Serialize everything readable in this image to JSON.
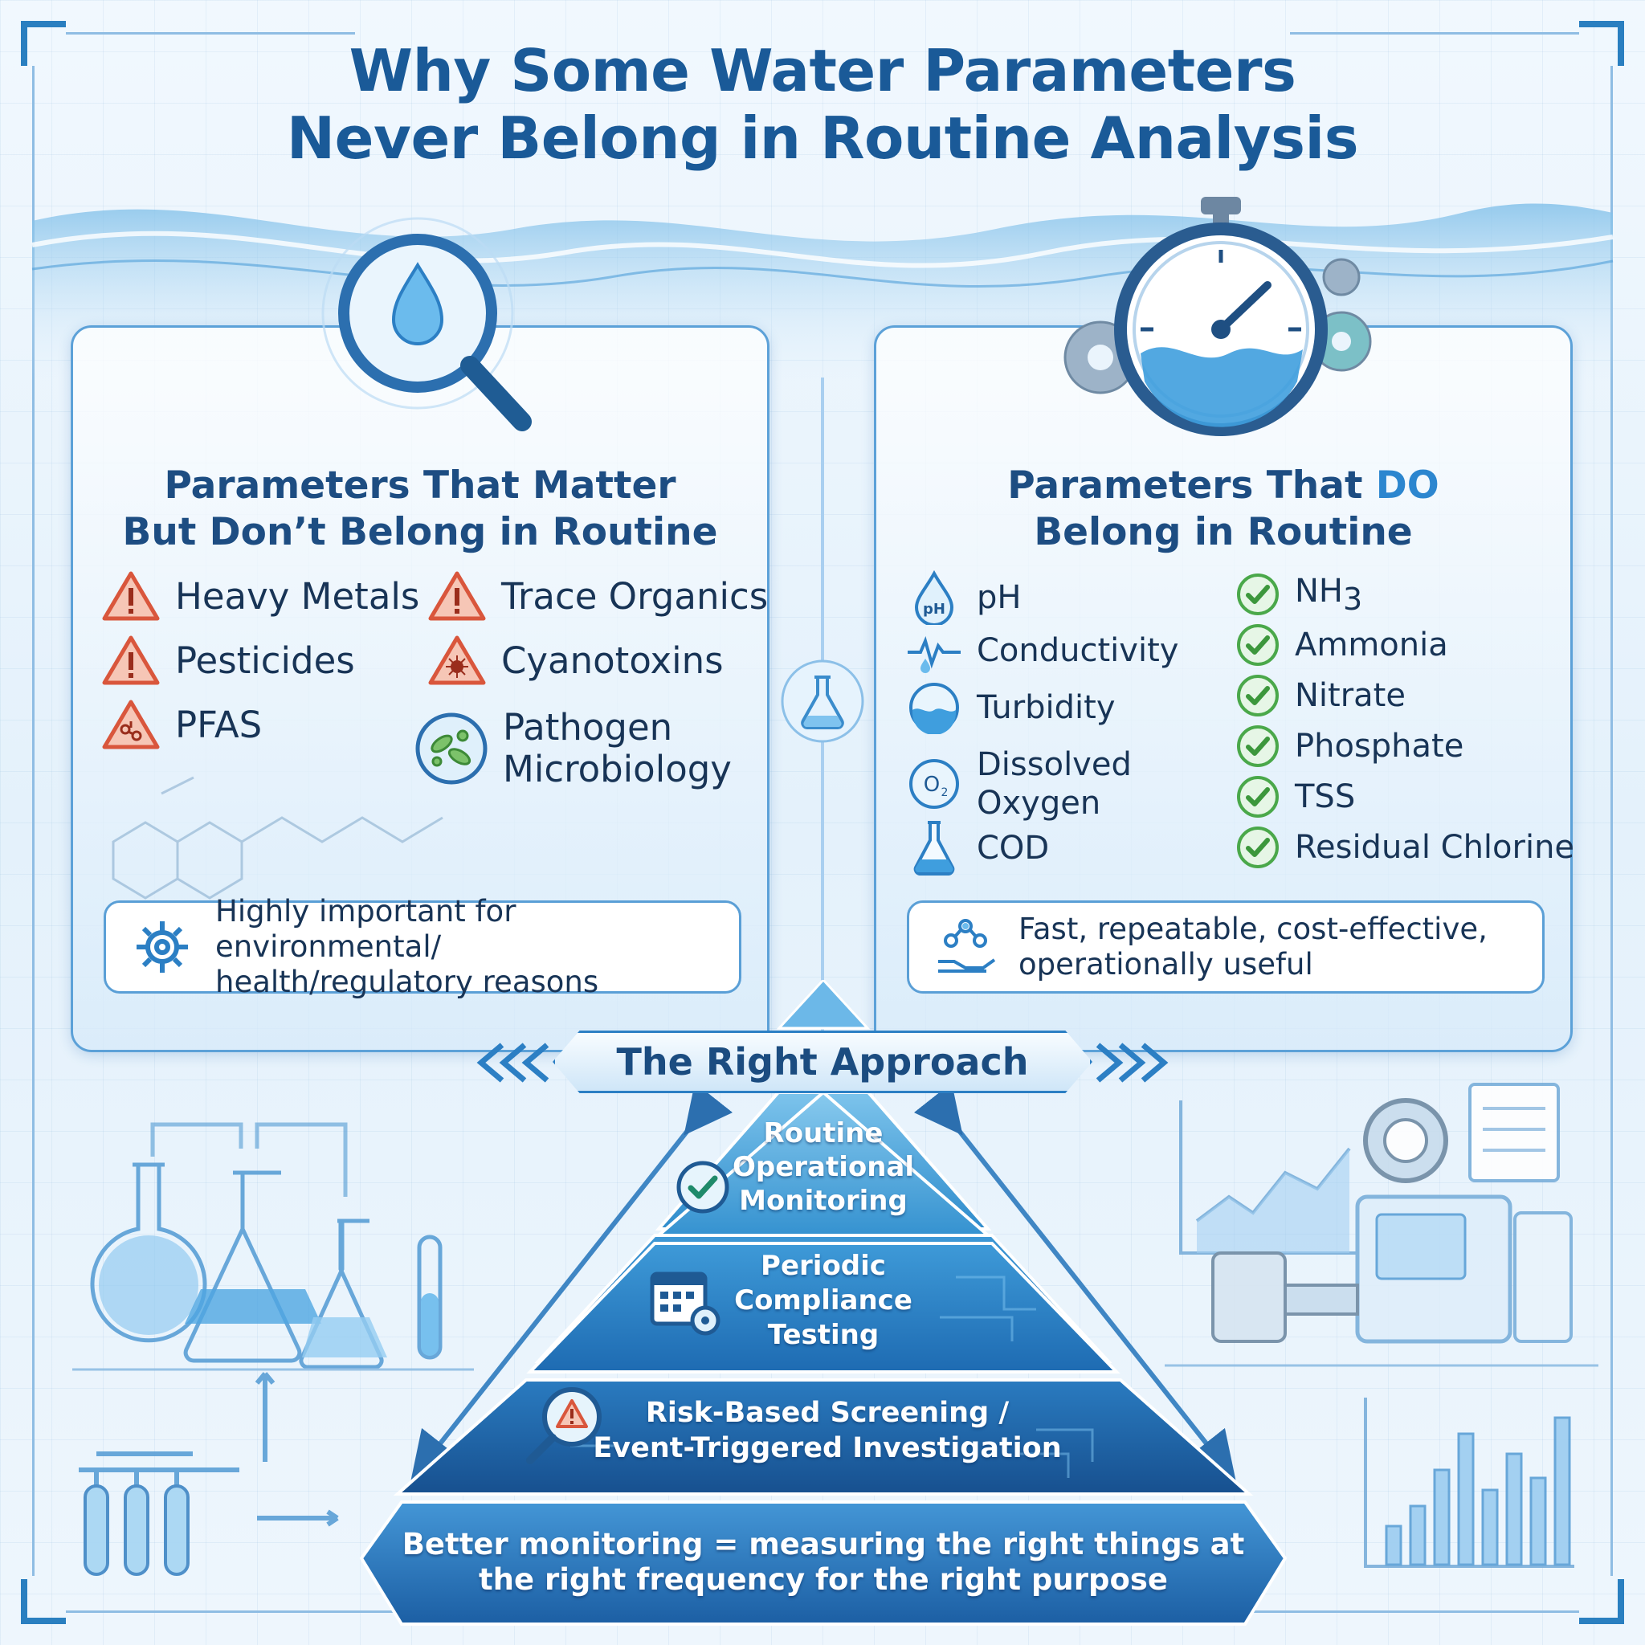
{
  "title": {
    "line1": "Why Some Water Parameters",
    "line2": "Never Belong in Routine Analysis"
  },
  "left": {
    "heading_line1": "Parameters That Matter",
    "heading_line2": "But Don’t Belong in Routine",
    "items": [
      "Heavy Metals",
      "Trace Organics",
      "Pesticides",
      "Cyanotoxins",
      "PFAS",
      "Pathogen",
      "Microbiology"
    ],
    "note_line1": "Highly important for environmental/",
    "note_line2": "health/regulatory reasons"
  },
  "right": {
    "heading_line1a": "Parameters That ",
    "heading_line1b": "DO",
    "heading_line2": "Belong in Routine",
    "col1": [
      "pH",
      "Conductivity",
      "Turbidity",
      "Dissolved",
      "Oxygen",
      "COD"
    ],
    "col2_nh": "NH",
    "col2_nh_sub": "3",
    "col2": [
      "Ammonia",
      "Nitrate",
      "Phosphate",
      "TSS",
      "Residual Chlorine"
    ],
    "note_line1": "Fast, repeatable, cost-effective,",
    "note_line2": "operationally useful"
  },
  "pyramid": {
    "banner": "The Right Approach",
    "tier1": [
      "Routine",
      "Operational",
      "Monitoring"
    ],
    "tier2": [
      "Periodic",
      "Compliance",
      "Testing"
    ],
    "tier3": [
      "Risk-Based Screening /",
      "Event-Triggered Investigation"
    ],
    "footer_line1": "Better monitoring = measuring the right things at",
    "footer_line2": "the right frequency for the right purpose"
  },
  "colors": {
    "title": "#1a5a98",
    "warning": "#d9563c",
    "check": "#4aa84a",
    "accent": "#2c7fc4"
  },
  "icons": [
    "magnifier-water-drop-icon",
    "stopwatch-gears-icon",
    "warning-icon",
    "biohazard-warning-icon",
    "chemical-warning-icon",
    "microbe-icon",
    "ph-drop-icon",
    "conductivity-wave-icon",
    "turbidity-icon",
    "oxygen-o2-icon",
    "flask-icon",
    "check-circle-icon",
    "gear-icon",
    "hand-molecule-icon",
    "check-badge-icon",
    "calendar-gear-icon",
    "magnifier-warning-icon"
  ]
}
